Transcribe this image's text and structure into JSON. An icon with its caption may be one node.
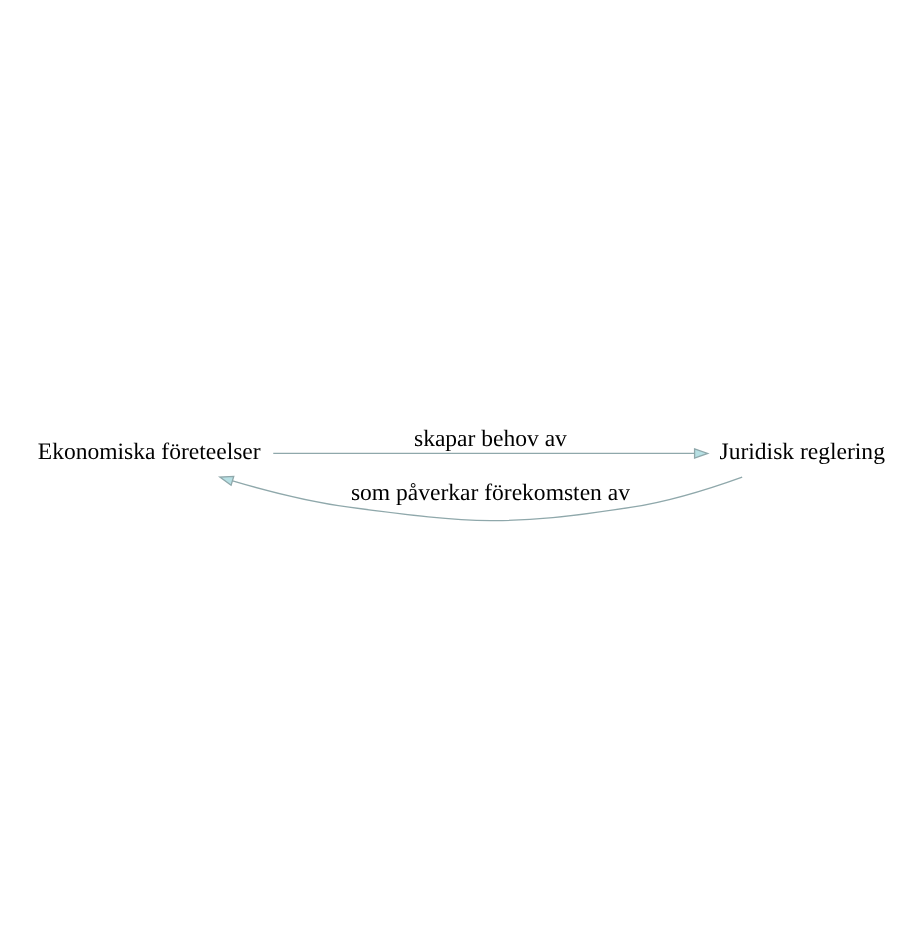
{
  "diagram": {
    "nodes": [
      {
        "text": [
          "Ekonomiska företeelser"
        ]
      },
      {
        "text": [
          "Juridisk reglering"
        ]
      }
    ],
    "edges": [
      {
        "from": 0,
        "to": 1,
        "arrow": "to",
        "label": "skapar behov av"
      },
      {
        "from": 1,
        "to": 0,
        "arrow": "to",
        "label": "som påverkar förekomsten av"
      }
    ]
  }
}
